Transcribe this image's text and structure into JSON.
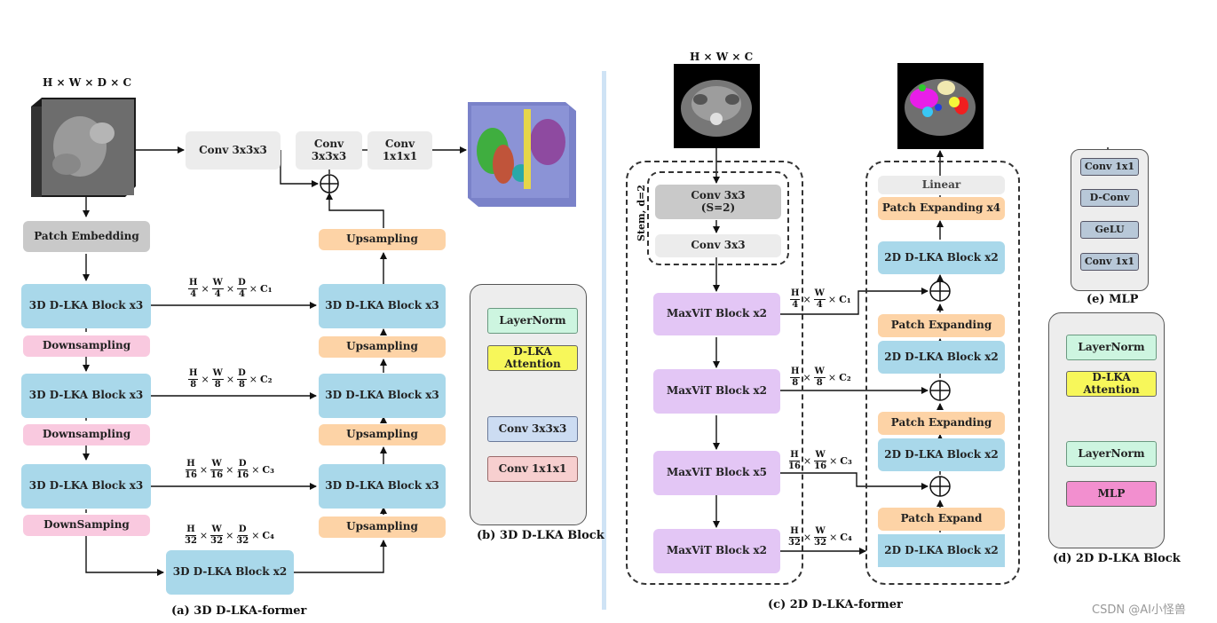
{
  "panel_a": {
    "input_label": "H × W × D × C",
    "patch_embedding": "Patch Embedding",
    "enc_blocks": [
      "3D D-LKA Block x3",
      "3D D-LKA Block x3",
      "3D D-LKA Block x3"
    ],
    "downsampling": [
      "Downsampling",
      "Downsampling",
      "DownSamping"
    ],
    "bottleneck": "3D D-LKA Block x2",
    "dec_blocks": [
      "3D D-LKA Block x3",
      "3D D-LKA Block x3",
      "3D D-LKA Block x3"
    ],
    "upsampling": [
      "Upsampling",
      "Upsampling",
      "Upsampling",
      "Upsampling"
    ],
    "conv_top": "Conv 3x3x3",
    "conv_mid": "Conv 3x3x3",
    "conv_1x1": "Conv 1x1x1",
    "skips": [
      {
        "h": "H",
        "hd": "4",
        "w": "W",
        "wd": "4",
        "d": "D",
        "dd": "4",
        "c": "C₁"
      },
      {
        "h": "H",
        "hd": "8",
        "w": "W",
        "wd": "8",
        "d": "D",
        "dd": "8",
        "c": "C₂"
      },
      {
        "h": "H",
        "hd": "16",
        "w": "W",
        "wd": "16",
        "d": "D",
        "dd": "16",
        "c": "C₃"
      },
      {
        "h": "H",
        "hd": "32",
        "w": "W",
        "wd": "32",
        "d": "D",
        "dd": "32",
        "c": "C₄"
      }
    ],
    "caption": "(a) 3D D-LKA-former"
  },
  "panel_b": {
    "layernorm": "LayerNorm",
    "attention": "D-LKA Attention",
    "conv3": "Conv 3x3x3",
    "conv1": "Conv 1x1x1",
    "caption": "(b) 3D D-LKA Block"
  },
  "panel_c": {
    "input_label": "H × W × C",
    "stem_label": "Stem, d=2",
    "stem_conv1": "Conv 3x3\n(S=2)",
    "stem_conv2": "Conv 3x3",
    "maxvit": [
      "MaxViT Block x2",
      "MaxViT Block x2",
      "MaxViT Block x5",
      "MaxViT Block x2"
    ],
    "linear": "Linear",
    "patch_expanding_x4": "Patch Expanding x4",
    "dec_blocks": [
      "2D D-LKA Block x2",
      "2D D-LKA Block x2",
      "2D D-LKA Block x2",
      "2D D-LKA Block x2"
    ],
    "patch_expanding": [
      "Patch Expanding",
      "Patch Expanding",
      "Patch Expand"
    ],
    "skips": [
      {
        "h": "H",
        "hd": "4",
        "w": "W",
        "wd": "4",
        "c": "C₁"
      },
      {
        "h": "H",
        "hd": "8",
        "w": "W",
        "wd": "8",
        "c": "C₂"
      },
      {
        "h": "H",
        "hd": "16",
        "w": "W",
        "wd": "16",
        "c": "C₃"
      },
      {
        "h": "H",
        "hd": "32",
        "w": "W",
        "wd": "32",
        "c": "C₄"
      }
    ],
    "caption": "(c) 2D D-LKA-former"
  },
  "panel_e": {
    "items": [
      "Conv 1x1",
      "D-Conv",
      "GeLU",
      "Conv 1x1"
    ],
    "caption": "(e) MLP"
  },
  "panel_d": {
    "layernorm1": "LayerNorm",
    "attention": "D-LKA Attention",
    "layernorm2": "LayerNorm",
    "mlp": "MLP",
    "caption": "(d) 2D D-LKA Block"
  },
  "watermark": "CSDN @AI小怪兽",
  "colors": {
    "block_blue": "#a9d8ea",
    "downsampling_pink": "#f9c9df",
    "upsampling_orange": "#fdd3a6",
    "maxvit_purple": "#e3c6f5",
    "divider_blue": "#cfe3f5"
  }
}
